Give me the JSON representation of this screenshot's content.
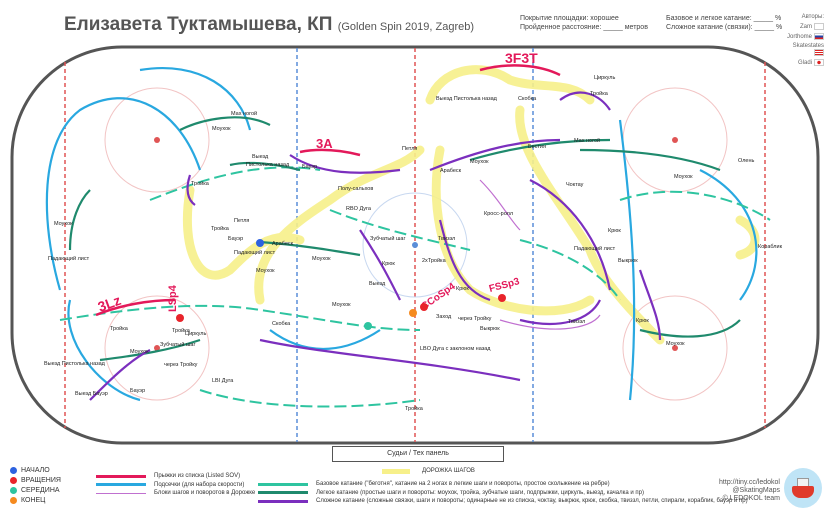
{
  "header": {
    "title": "Елизавета Туктамышева, КП",
    "subtitle": "(Golden Spin 2019, Zagreb)",
    "surface": "Покрытие площадки: хорошее",
    "distance": "Пройденное расстояние: _____ метров",
    "basic": "Базовое и легкое катание: _____ %",
    "complex": "Сложное катание (связки): _____ %"
  },
  "authors": {
    "heading": "Авторы:",
    "names": [
      "Zam",
      "Jorthome",
      "Skatestates",
      "Gladi"
    ]
  },
  "colors": {
    "jump": "#e3195a",
    "speed": "#29a8e0",
    "basic": "#2ec4a0",
    "light": "#1f8a6d",
    "complex": "#7b2fbe",
    "steps": "#c070d0",
    "highlight": "#f7f08a",
    "start": "#2d62e0",
    "spin": "#e8242b",
    "middle": "#2ec4a0",
    "end": "#f58a1f",
    "rink": "#555555",
    "redline": "#e05555",
    "blueline": "#5a8ed8"
  },
  "elements": {
    "jump_3lz": "3Lz",
    "spin_lsp4": "LSp4",
    "jump_3a": "3A",
    "combo_3f3t": "3F3T",
    "spin_ccosp4": "CCoSp4",
    "spin_fssp3": "FSSp3"
  },
  "labels": [
    "Мах ногой",
    "Моухок",
    "Выезд",
    "Пистолька назад",
    "Бауэр",
    "Полу-сальхов",
    "Петля",
    "Арабеск",
    "Моухок",
    "Выезд Пистолька назад",
    "Скобка",
    "Циркуль",
    "Тройка",
    "Мах ногой",
    "Бестия",
    "Олень",
    "Чоктау",
    "Кораблик",
    "Моухок",
    "Петля",
    "Бауэр",
    "Тройка",
    "Тройка",
    "Арабеск",
    "Падающий лист",
    "Моухок",
    "Скобка",
    "RBO Дуга",
    "Зубчатый шаг",
    "Моухок",
    "Крюк",
    "Выезд",
    "Моухок",
    "2хТройка",
    "Твиззл",
    "Кросс-ролл",
    "Крюк",
    "Заход",
    "Выкрюк",
    "Падающий лист",
    "Крюк",
    "Выкрюк",
    "Моухок",
    "Твиззл",
    "через Тройку",
    "Крюк",
    "Падающий лист",
    "Моухок",
    "Тройка",
    "Выезд Пистолька назад",
    "Моухок",
    "Зубчатый шаг",
    "Циркуль",
    "через Тройку",
    "Выезд Бауэр",
    "Бауэр",
    "Тройка",
    "LBI Дуга",
    "LBO Дуга с заклоном назад",
    "Тройка"
  ],
  "judges": "Судьи / Тех панель",
  "legend": {
    "markers": [
      "НАЧАЛО",
      "ВРАЩЕНИЯ",
      "СЕРЕДИНА",
      "КОНЕЦ"
    ],
    "lines": [
      "Прыжки из списка (Listed SOV)",
      "Подсечки (для набора скорости)",
      "Блоки шагов и поворотов в Дорожке"
    ],
    "lines2": [
      "Базовое катание (\"беготня\", катание на 2 ногах в легкие шаги и повороты, простое скольжение на ребре)",
      "Легкое катание (простые шаги и повороты: моухок, тройка, зубчатые шаги, подпрыжки, циркуль, выезд, качалка и пр)",
      "Сложное катание (сложные связки, шаги и повороты; одинарные не из списка, чоктау, выкрюк, крюк, скобка, твиззл, петли, спирали, кораблик, бауэр и пр)"
    ],
    "step_sequence": "ДОРОЖКА ШАГОВ"
  },
  "credits": [
    "http://tiny.cc/ledokol",
    "@SkatingMaps",
    "© LEDOKOL team"
  ]
}
